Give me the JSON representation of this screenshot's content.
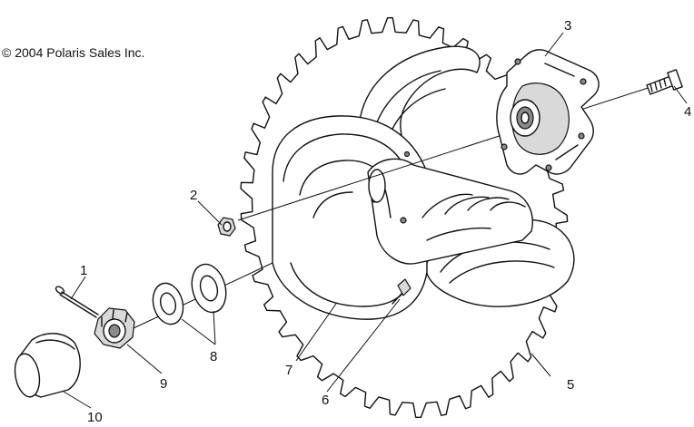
{
  "copyright": "© 2004 Polaris Sales Inc.",
  "callouts": [
    {
      "id": "1",
      "label": "1"
    },
    {
      "id": "2",
      "label": "2"
    },
    {
      "id": "3",
      "label": "3"
    },
    {
      "id": "4",
      "label": "4"
    },
    {
      "id": "5",
      "label": "5"
    },
    {
      "id": "6",
      "label": "6"
    },
    {
      "id": "7",
      "label": "7"
    },
    {
      "id": "8",
      "label": "8"
    },
    {
      "id": "9",
      "label": "9"
    },
    {
      "id": "10",
      "label": "10"
    }
  ],
  "icons": {
    "tire": "tire-icon",
    "rim": "rim-icon",
    "hub": "hub-icon",
    "bolt": "bolt-icon",
    "lug-nut": "lug-nut-icon",
    "cotter-pin": "cotter-pin-icon",
    "washer": "washer-icon",
    "castle-nut": "castle-nut-icon",
    "dust-cap": "dust-cap-icon",
    "valve-stem": "valve-stem-icon"
  }
}
